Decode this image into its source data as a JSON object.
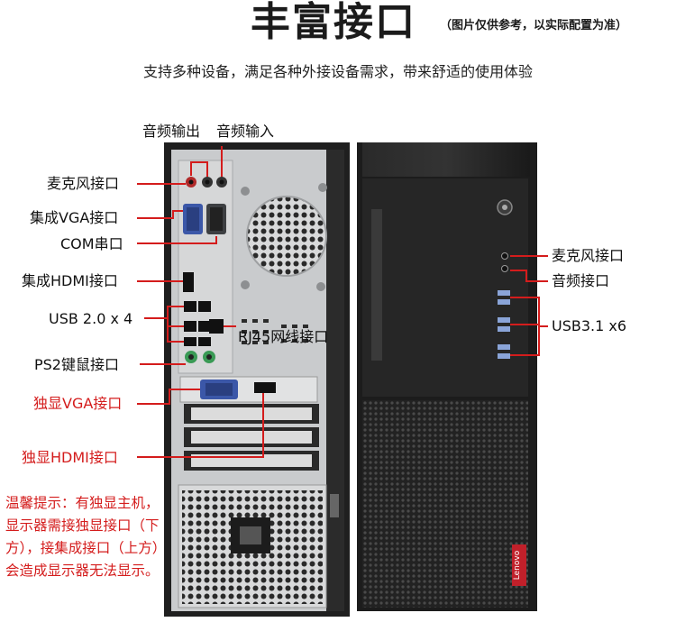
{
  "header": {
    "title": "丰富接口",
    "note": "（图片仅供参考，以实际配置为准）",
    "subtitle": "支持多种设备，满足各种外接设备需求，带来舒适的使用体验"
  },
  "rear_labels": {
    "audio_out": "音频输出",
    "audio_in": "音频输入",
    "mic": "麦克风接口",
    "vga": "集成VGA接口",
    "com": "COM串口",
    "hdmi": "集成HDMI接口",
    "usb20": "USB 2.0 x 4",
    "rj45": "RJ45网线接口",
    "ps2": "PS2键鼠接口",
    "dgpu_vga": "独显VGA接口",
    "dgpu_hdmi": "独显HDMI接口"
  },
  "front_labels": {
    "mic": "麦克风接口",
    "audio": "音频接口",
    "usb31": "USB3.1 x6"
  },
  "notice": "温馨提示：有独显主机，显示器需接独显接口（下方），接集成接口（上方）会造成显示器无法显示。",
  "brand_logo_text": "Lenovo",
  "colors": {
    "callout_line": "#d41c1c",
    "case_black": "#1e1e1e",
    "chassis_gray": "#c9cbcd"
  }
}
